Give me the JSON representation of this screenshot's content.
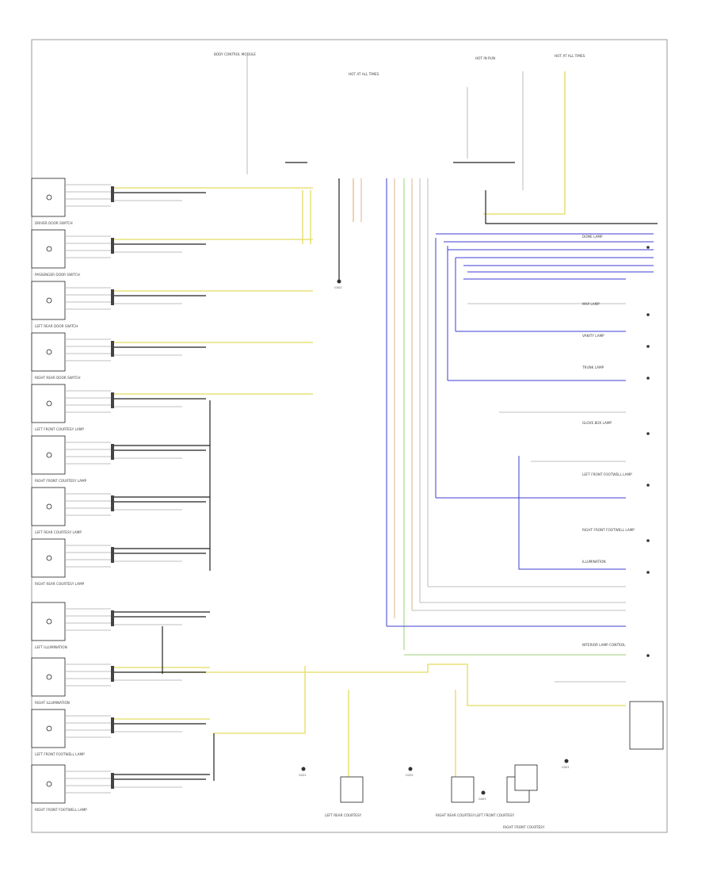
{
  "diagram": {
    "top_labels": [
      "BODY CONTROL MODULE",
      "HOT AT ALL TIMES",
      "HOT IN RUN",
      "HOT AT ALL TIMES"
    ],
    "switch_labels": [
      "DRIVER DOOR SWITCH",
      "PASSENGER DOOR SWITCH",
      "LEFT REAR DOOR SWITCH",
      "RIGHT REAR DOOR SWITCH",
      "LEFT FRONT COURTESY LAMP",
      "RIGHT FRONT COURTESY LAMP",
      "LEFT REAR COURTESY LAMP",
      "RIGHT REAR COURTESY LAMP",
      "LEFT ILLUMINATION",
      "RIGHT ILLUMINATION",
      "LEFT FRONT FOOTWELL LAMP",
      "RIGHT FRONT FOOTWELL LAMP"
    ],
    "right_labels": [
      "DOME LAMP",
      "MAP LAMP",
      "VANITY LAMP",
      "TRUNK LAMP",
      "GLOVE BOX LAMP",
      "LEFT FRONT FOOTWELL LAMP",
      "RIGHT FRONT FOOTWELL LAMP",
      "ILLUMINATION",
      "INTERIOR LAMP CONTROL"
    ],
    "bottom_labels": [
      "LEFT REAR COURTESY",
      "RIGHT REAR COURTESY",
      "LEFT FRONT COURTESY",
      "RIGHT FRONT COURTESY"
    ],
    "ground_labels": [
      "G201",
      "G202",
      "G301",
      "G302",
      "G401"
    ]
  }
}
